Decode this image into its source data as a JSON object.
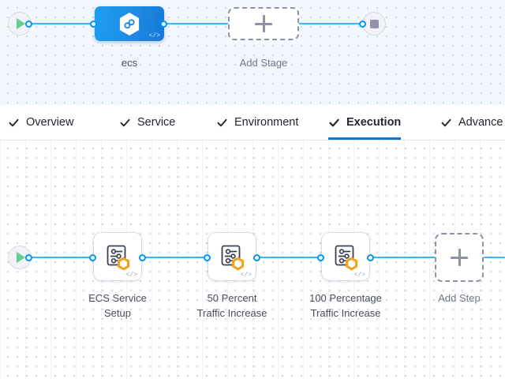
{
  "colors": {
    "accent_blue": "#0095f7",
    "line_blue": "#38b6f9",
    "stage_blue": "#1a8ce8",
    "tab_active_underline": "#0b77d0",
    "badge_orange": "#f4a11f",
    "play_green": "#5fd18c",
    "stop_gray": "#9293a6",
    "dashed_gray": "#8e90a6",
    "stage_canvas_bg": "#f2f8fd",
    "step_canvas_bg": "#ffffff"
  },
  "stage_canvas": {
    "start_node": {
      "icon": "play-icon"
    },
    "end_node": {
      "icon": "stop-icon"
    },
    "stage": {
      "label": "ecs",
      "icon": "hexagon-infinity-icon",
      "code_glyph": "</>"
    },
    "add_stage": {
      "label": "Add Stage",
      "icon": "plus-icon"
    }
  },
  "tabs": [
    {
      "label": "Overview",
      "icon": "check-icon",
      "active": false
    },
    {
      "label": "Service",
      "icon": "check-icon",
      "active": false
    },
    {
      "label": "Environment",
      "icon": "check-icon",
      "active": false
    },
    {
      "label": "Execution",
      "icon": "check-icon",
      "active": true
    },
    {
      "label": "Advance",
      "icon": "check-icon",
      "active": false
    }
  ],
  "step_canvas": {
    "start_node": {
      "icon": "play-icon"
    },
    "steps": [
      {
        "label": "ECS Service\nSetup",
        "icon": "settings-sliders-icon",
        "badge": "aws-ecs-hexagon-badge",
        "code_glyph": "</>"
      },
      {
        "label": "50 Percent\nTraffic Increase",
        "icon": "settings-sliders-icon",
        "badge": "aws-ecs-hexagon-badge",
        "code_glyph": "</>"
      },
      {
        "label": "100 Percentage\nTraffic Increase",
        "icon": "settings-sliders-icon",
        "badge": "aws-ecs-hexagon-badge",
        "code_glyph": "</>"
      }
    ],
    "add_step": {
      "label": "Add Step",
      "icon": "plus-icon"
    }
  }
}
